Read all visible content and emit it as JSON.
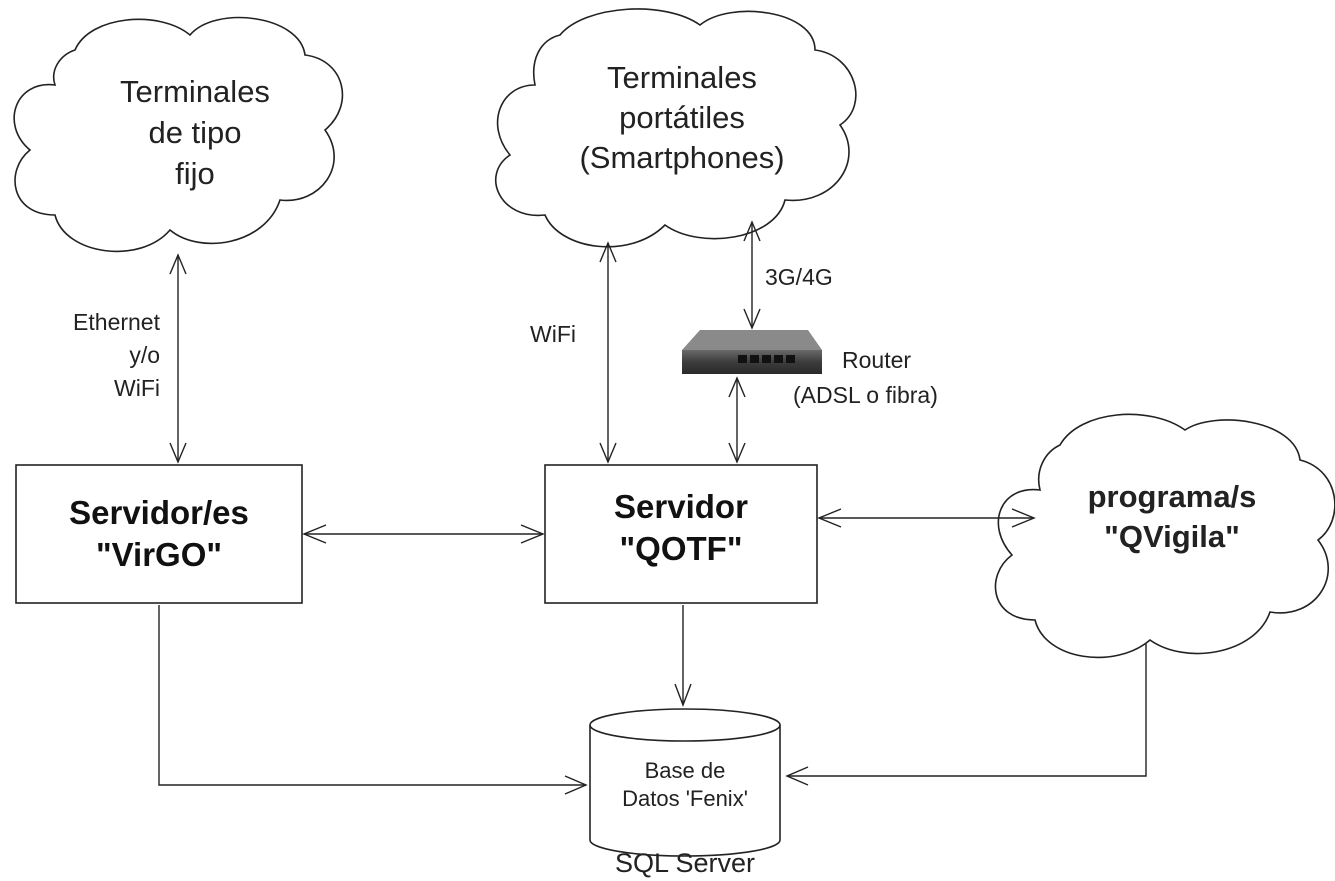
{
  "clouds": {
    "fixed_terminals": [
      "Terminales",
      "de tipo",
      "fijo"
    ],
    "portable_terminals": [
      "Terminales",
      "portátiles",
      "(Smartphones)"
    ],
    "qvigila": [
      "programa/s",
      "\"QVigila\""
    ]
  },
  "boxes": {
    "virgo": [
      "Servidor/es",
      "\"VirGO\""
    ],
    "qotf": [
      "Servidor",
      "\"QOTF\""
    ]
  },
  "links": {
    "ethernet": [
      "Ethernet",
      "y/o",
      "WiFi"
    ],
    "wifi": "WiFi",
    "mobile": "3G/4G",
    "router": [
      "Router",
      "(ADSL o fibra)"
    ]
  },
  "database": {
    "label": [
      "Base de",
      "Datos 'Fenix'"
    ],
    "caption": "SQL Server"
  },
  "icons": {
    "router": "router-icon"
  },
  "colors": {
    "line": "#222222",
    "router_body": "#4a4a4a"
  }
}
